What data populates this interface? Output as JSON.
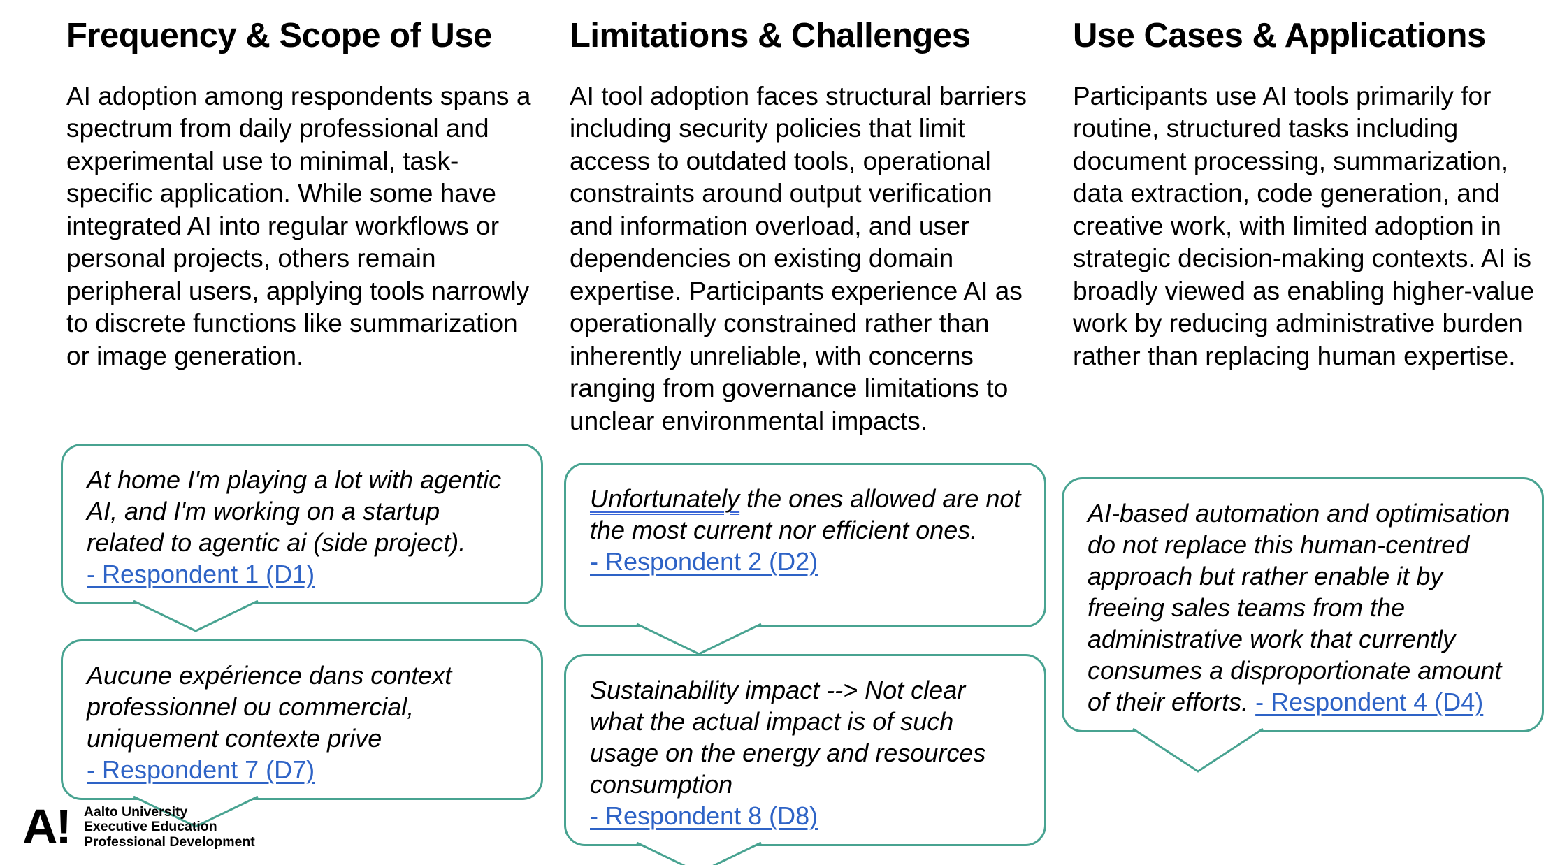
{
  "colors": {
    "bubble_border": "#48A391",
    "link_blue": "#2E63C6",
    "grammar_underline_blue": "#3B67D6",
    "text": "#000000",
    "background": "#FFFFFF"
  },
  "columns": [
    {
      "heading": "Frequency & Scope of Use",
      "body": "AI adoption among respondents spans a spectrum from daily professional and experimental use to minimal, task-specific application. While some have integrated AI into regular workflows or personal projects, others remain peripheral users, applying tools narrowly to discrete functions like summarization or image generation.",
      "quotes": [
        {
          "text": "At home I'm playing a lot with agentic AI, and I'm working on a startup related to agentic ai (side project).",
          "link": "- Respondent 1 (D1)"
        },
        {
          "text": "Aucune expérience dans context professionnel ou commercial, uniquement contexte prive",
          "link": "- Respondent 7 (D7)"
        }
      ]
    },
    {
      "heading": "Limitations & Challenges",
      "body": "AI tool adoption faces structural barriers including security policies that limit access to outdated tools, operational constraints around output verification and information overload, and user dependencies on existing domain expertise. Participants experience AI as operationally constrained rather than inherently unreliable, with concerns ranging from governance limitations to unclear environmental impacts.",
      "quotes": [
        {
          "underlined_word": "Unfortunately",
          "text_after": " the ones allowed are not the most current nor efficient ones.",
          "link": "- Respondent 2 (D2)"
        },
        {
          "text": "Sustainability impact --> Not clear what the actual impact is of such usage on the energy and resources consumption",
          "link": "- Respondent 8 (D8)"
        }
      ]
    },
    {
      "heading": "Use Cases & Applications",
      "body": "Participants use AI tools primarily for routine, structured tasks including document processing, summarization, data extraction, code generation, and creative work, with limited adoption in strategic decision-making contexts. AI is broadly viewed as enabling higher-value work by reducing administrative burden rather than replacing human expertise.",
      "quotes": [
        {
          "text": "AI-based automation and optimisation do not replace this human-centred approach but rather enable it by freeing sales teams from the administrative work that currently consumes a disproportionate amount of their efforts. ",
          "link": "- Respondent 4 (D4)"
        }
      ]
    }
  ],
  "footer_logo": {
    "mark": "A!",
    "lines": [
      "Aalto University",
      "Executive Education",
      "Professional Development"
    ]
  }
}
